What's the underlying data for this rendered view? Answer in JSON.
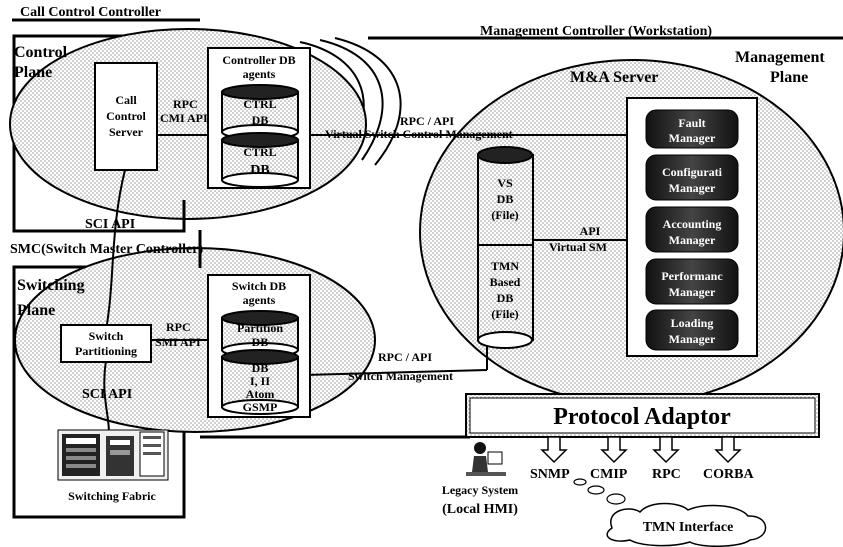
{
  "title": "",
  "labels": {
    "call_control_controller": "Call Control Controller",
    "management_controller": "Management Controller (Workstation)",
    "control_plane_line1": "Control",
    "control_plane_line2": "Plane",
    "management_plane_line1": "Management",
    "management_plane_line2": "Plane",
    "ma_server": "M&A Server",
    "call_control_server_line1": "Call",
    "call_control_server_line2": "Control",
    "call_control_server_line3": "Server",
    "controller_db_agents_line1": "Controller DB",
    "controller_db_agents_line2": "agents",
    "ctrl_db1_line1": "CTRL",
    "ctrl_db1_line2": "DB",
    "ctrl_db2_line1": "CTRL",
    "ctrl_db2_line2": "DB",
    "rpc_cmi_line1": "RPC",
    "rpc_cmi_line2": "CMI API",
    "rpc_api_top": "RPC / API",
    "virtual_switch_control_mgmt": "Virtual Switch Control Management",
    "sci_api_top": "SCI API",
    "smc": "SMC(Switch Master Controller)",
    "switching_plane_line1": "Switching",
    "switching_plane_line2": "Plane",
    "switch_partitioning_line1": "Switch",
    "switch_partitioning_line2": "Partitioning",
    "rpc_smi_line1": "RPC",
    "rpc_smi_line2": "SMI API",
    "switch_db_agents_line1": "Switch DB",
    "switch_db_agents_line2": "agents",
    "partition_db_line1": "Partition",
    "partition_db_line2": "DB",
    "db_atom_line1": "DB",
    "db_atom_line2": "I, II",
    "db_atom_line3": "Atom",
    "db_atom_line4": "GSMP",
    "rpc_api_bottom": "RPC / API",
    "switch_management": "Switch Management",
    "sci_api_bottom": "SCI API",
    "switching_fabric": "Switching Fabric",
    "vs_db_line1": "VS",
    "vs_db_line2": "DB",
    "vs_db_line3": "(File)",
    "tmn_db_line1": "TMN",
    "tmn_db_line2": "Based",
    "tmn_db_line3": "DB",
    "tmn_db_line4": "(File)",
    "api_label": "API",
    "virtual_sm": "Virtual SM",
    "fault_line1": "Fault",
    "fault_line2": "Manager",
    "config_line1": "Configurati",
    "config_line2": "Manager",
    "accounting_line1": "Accounting",
    "accounting_line2": "Manager",
    "performance_line1": "Performanc",
    "performance_line2": "Manager",
    "loading_line1": "Loading",
    "loading_line2": "Manager",
    "protocol_adaptor": "Protocol Adaptor",
    "snmp": "SNMP",
    "cmip": "CMIP",
    "rpc": "RPC",
    "corba": "CORBA",
    "legacy_line1": "Legacy System",
    "legacy_line2": "(Local HMI)",
    "tmn_interface": "TMN Interface"
  }
}
